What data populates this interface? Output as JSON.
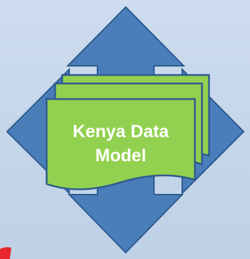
{
  "diagram": {
    "label_lines": [
      "Kenya Data",
      "Model"
    ],
    "colors": {
      "background": "#c4d6e9",
      "arrow_fill": "#4a7ebb",
      "arrow_stroke": "#2e5b8e",
      "document_fill": "#92d050",
      "document_stroke": "#2e5b8e",
      "label_text": "#ffffff",
      "corner_accent": "#e8272c"
    },
    "icon": "four-way-arrow-with-document-stack"
  }
}
